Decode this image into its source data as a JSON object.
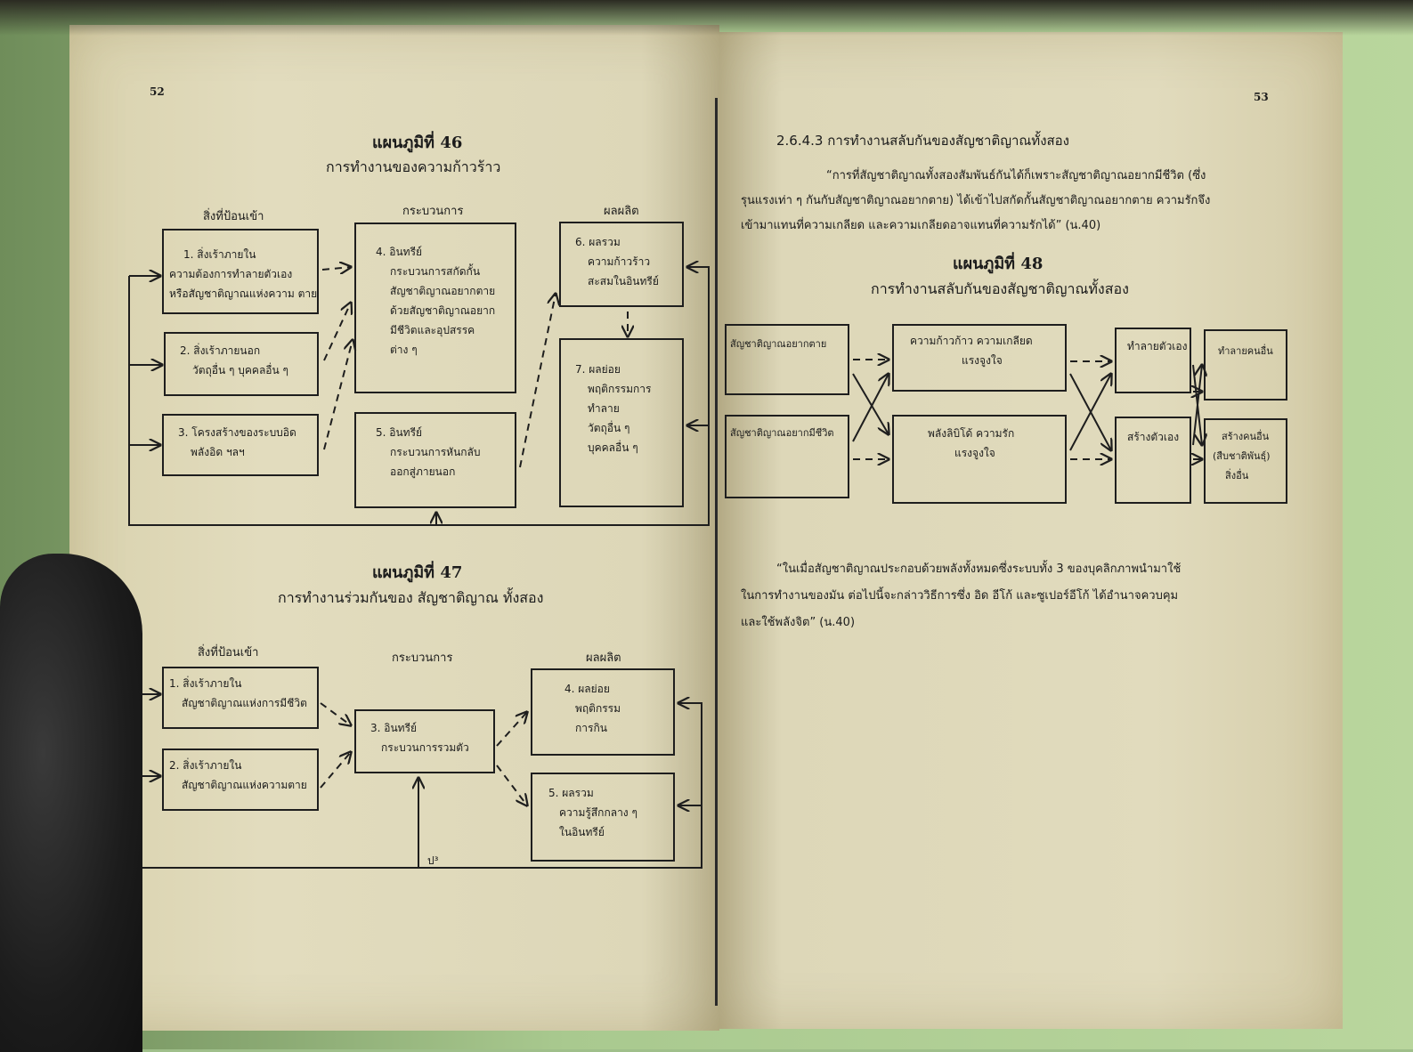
{
  "left_page": {
    "page_number": "52",
    "diagram46": {
      "title": "แผนภูมิที่ 46",
      "subtitle": "การทำงานของความก้าวร้าว",
      "headers": {
        "input": "สิ่งที่ป้อนเข้า",
        "process": "กระบวนการ",
        "output": "ผลผลิต"
      },
      "boxes": [
        [
          "1. สิ่งเร้าภายใน",
          "ความต้องการทำลายตัวเอง",
          "หรือสัญชาติญาณแห่งความ ตาย"
        ],
        [
          "2. สิ่งเร้าภายนอก",
          "วัตถุอื่น ๆ บุคคลอื่น ๆ"
        ],
        [
          "3. โครงสร้างของระบบอิด",
          "พลังอิด ฯลฯ"
        ],
        [
          "4. อินทรีย์",
          "กระบวนการสกัดกั้น",
          "สัญชาติญาณอยากตาย",
          "ด้วยสัญชาติญาณอยาก",
          "มีชีวิตและอุปสรรค",
          "ต่าง ๆ"
        ],
        [
          "5. อินทรีย์",
          "กระบวนการหันกลับ",
          "ออกสู่ภายนอก"
        ],
        [
          "6. ผลรวม",
          "ความก้าวร้าว",
          "สะสมในอินทรีย์"
        ],
        [
          "7. ผลย่อย",
          "พฤติกรรมการ",
          "ทำลาย",
          "วัตถุอื่น ๆ",
          "บุคคลอื่น ๆ"
        ]
      ]
    },
    "diagram47": {
      "title": "แผนภูมิที่ 47",
      "subtitle": "การทำงานร่วมกันของ สัญชาติญาณ ทั้งสอง",
      "headers": {
        "input": "สิ่งที่ป้อนเข้า",
        "process": "กระบวนการ",
        "output": "ผลผลิต"
      },
      "boxes": [
        [
          "1. สิ่งเร้าภายใน",
          "สัญชาติญาณแห่งการมีชีวิต"
        ],
        [
          "2. สิ่งเร้าภายใน",
          "สัญชาติญาณแห่งความตาย"
        ],
        [
          "3. อินทรีย์",
          "กระบวนการรวมตัว"
        ],
        [
          "4. ผลย่อย",
          "พฤติกรรม",
          "การกิน"
        ],
        [
          "5. ผลรวม",
          "ความรู้สึกกลาง ๆ",
          "ในอินทรีย์"
        ]
      ],
      "note": "ป³"
    }
  },
  "right_page": {
    "page_number": "53",
    "section_heading": "2.6.4.3 การทำงานสลับกันของสัญชาติญาณทั้งสอง",
    "quote1": [
      "“การที่สัญชาติญาณทั้งสองสัมพันธ์กันได้ก็เพราะสัญชาติญาณอยากมีชีวิต (ซึ่ง",
      "รุนแรงเท่า ๆ กันกับสัญชาติญาณอยากตาย) ได้เข้าไปสกัดกั้นสัญชาติญาณอยากตาย ความรักจึง",
      "เข้ามาแทนที่ความเกลียด และความเกลียดอาจแทนที่ความรักได้” (น.40)"
    ],
    "diagram48": {
      "title": "แผนภูมิที่ 48",
      "subtitle": "การทำงานสลับกันของสัญชาติญาณทั้งสอง",
      "boxes": [
        [
          "สัญชาติญาณอยากตาย"
        ],
        [
          "สัญชาติญาณอยากมีชีวิต"
        ],
        [
          "ความก้าวก้าว ความเกลียด",
          "แรงจูงใจ"
        ],
        [
          "พลังลิบิโด้ ความรัก",
          "แรงจูงใจ"
        ],
        [
          "ทำลายตัวเอง"
        ],
        [
          "สร้างตัวเอง"
        ],
        [
          "ทำลายคนอื่น"
        ],
        [
          "สร้างคนอื่น",
          "(สืบชาติพันธุ์)",
          "สิ่งอื่น"
        ]
      ]
    },
    "quote2": [
      "“ในเมื่อสัญชาติญาณประกอบด้วยพลังทั้งหมดซึ่งระบบทั้ง 3 ของบุคลิกภาพนำมาใช้",
      "ในการทำงานของมัน ต่อไปนี้จะกล่าววิธีการซึ่ง อิด อีโก้ และซูเปอร์อีโก้ ได้อำนาจควบคุม",
      "และใช้พลังจิต” (น.40)"
    ]
  }
}
